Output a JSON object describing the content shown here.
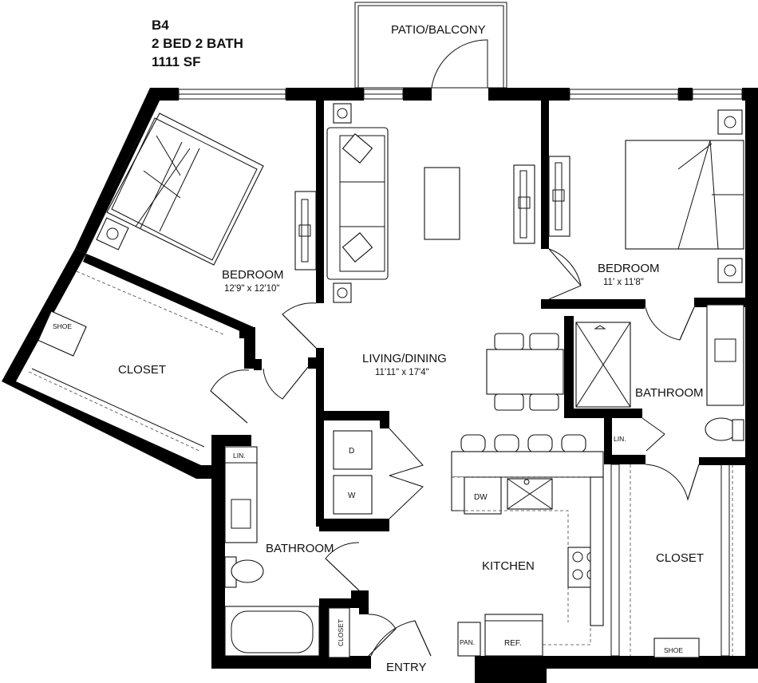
{
  "unit": {
    "code": "B4",
    "beds_baths": "2 BED 2 BATH",
    "area": "1111 SF"
  },
  "rooms": {
    "patio": "PATIO/BALCONY",
    "bedroom_left": {
      "name": "BEDROOM",
      "dims": "12'9\" x 12'10\""
    },
    "bedroom_right": {
      "name": "BEDROOM",
      "dims": "11' x 11'8\""
    },
    "living": {
      "name": "LIVING/DINING",
      "dims": "11'11\" x 17'4\""
    },
    "closet_left": "CLOSET",
    "closet_right": "CLOSET",
    "bathroom_right": "BATHROOM",
    "bathroom_left": "BATHROOM",
    "kitchen": "KITCHEN",
    "entry": "ENTRY"
  },
  "fixtures": {
    "shoe_left": "SHOE",
    "shoe_right": "SHOE",
    "dryer": "D",
    "washer": "W",
    "dishwasher": "DW",
    "linen_left": "LIN.",
    "linen_right": "LIN.",
    "pantry": "PAN.",
    "fridge": "REF.",
    "closet_small": "CLOSET"
  }
}
